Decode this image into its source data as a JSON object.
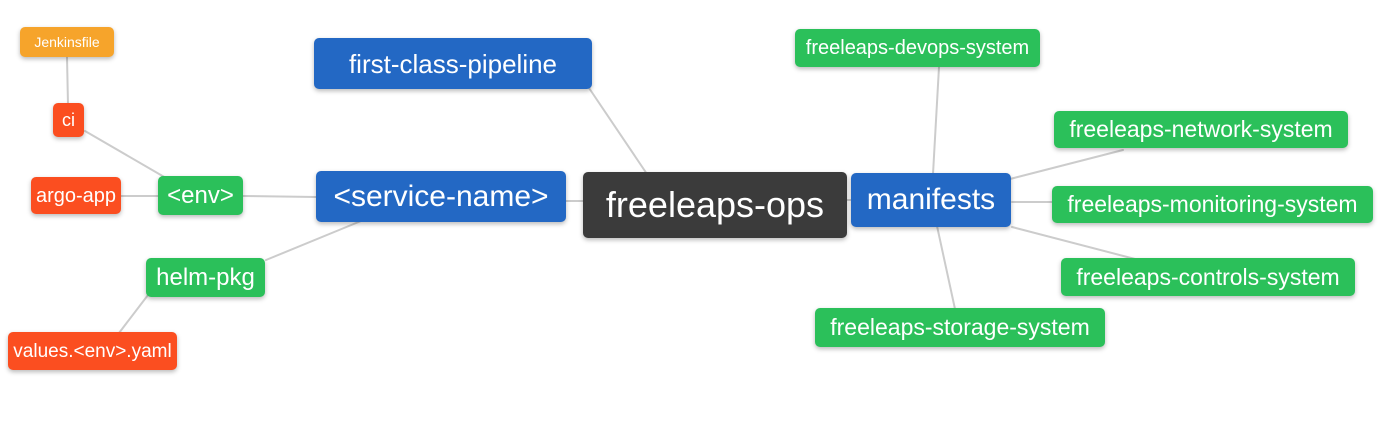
{
  "diagram_type": "mindmap",
  "background_color": "#ffffff",
  "connector_color": "#cccccc",
  "colors": {
    "root": "#3b3b3b",
    "branch_blue": "#2368c4",
    "leaf_green": "#2bc05a",
    "leaf_red": "#fb4e20",
    "leaf_amber": "#f6a42b",
    "text": "#ffffff"
  },
  "nodes": {
    "root": {
      "label": "freeleaps-ops"
    },
    "service_name": {
      "label": "<service-name>"
    },
    "first_class_pipeline": {
      "label": "first-class-pipeline"
    },
    "env": {
      "label": "<env>"
    },
    "ci": {
      "label": "ci"
    },
    "jenkinsfile": {
      "label": "Jenkinsfile"
    },
    "argo_app": {
      "label": "argo-app"
    },
    "helm_pkg": {
      "label": "helm-pkg"
    },
    "values_env_yaml": {
      "label": "values.<env>.yaml"
    },
    "manifests": {
      "label": "manifests"
    },
    "devops_system": {
      "label": "freeleaps-devops-system"
    },
    "network_system": {
      "label": "freeleaps-network-system"
    },
    "monitoring_system": {
      "label": "freeleaps-monitoring-system"
    },
    "controls_system": {
      "label": "freeleaps-controls-system"
    },
    "storage_system": {
      "label": "freeleaps-storage-system"
    }
  },
  "edges": [
    {
      "from": "jenkinsfile",
      "to": "ci"
    },
    {
      "from": "ci",
      "to": "env"
    },
    {
      "from": "argo_app",
      "to": "env"
    },
    {
      "from": "env",
      "to": "service_name"
    },
    {
      "from": "service_name",
      "to": "helm_pkg"
    },
    {
      "from": "helm_pkg",
      "to": "values_env_yaml"
    },
    {
      "from": "service_name",
      "to": "root"
    },
    {
      "from": "first_class_pipeline",
      "to": "root"
    },
    {
      "from": "root",
      "to": "manifests"
    },
    {
      "from": "devops_system",
      "to": "manifests"
    },
    {
      "from": "manifests",
      "to": "network_system"
    },
    {
      "from": "manifests",
      "to": "monitoring_system"
    },
    {
      "from": "manifests",
      "to": "controls_system"
    },
    {
      "from": "manifests",
      "to": "storage_system"
    }
  ]
}
